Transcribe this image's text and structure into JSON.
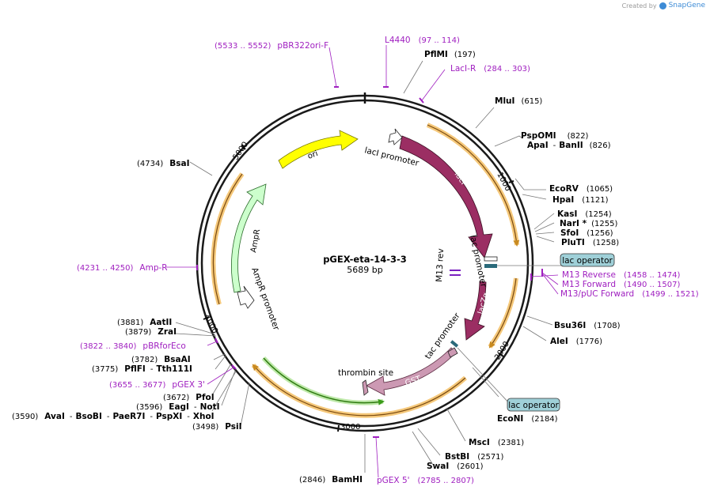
{
  "credit": {
    "prefix": "Created by",
    "brand": "SnapGene"
  },
  "plasmid": {
    "name": "pGEX-eta-14-3-3",
    "size_label": "5689 bp",
    "length": 5689
  },
  "colors": {
    "lacI": "#9b2e63",
    "lacZa": "#9b2e63",
    "ori": "#ffff00",
    "AmpR": "#ccffcc",
    "GST": "#cc99b3",
    "primer": "#a020c0",
    "orf": "#f5c87a",
    "green_arrow": "#3a9b1a",
    "operator_box": "#9fd0d8"
  },
  "tick_labels": [
    "1000",
    "2000",
    "3000",
    "4000",
    "5000"
  ],
  "features": [
    {
      "id": "lacI",
      "label": "lacI"
    },
    {
      "id": "lacZa",
      "label": "lacZα"
    },
    {
      "id": "ori",
      "label": "ori"
    },
    {
      "id": "AmpR",
      "label": "AmpR"
    },
    {
      "id": "GST",
      "label": "GST"
    }
  ],
  "feature_labels": {
    "lacI_promoter": "lacI promoter",
    "lac_promoter": "lac promoter",
    "tac_promoter": "tac promoter",
    "AmpR_promoter": "AmpR promoter",
    "thrombin_site": "thrombin site",
    "M13_rev": "M13 rev"
  },
  "operators": [
    "lac operator",
    "lac operator"
  ],
  "enzymes": [
    {
      "name": "PflMI",
      "pos": "(197)"
    },
    {
      "name": "MluI",
      "pos": "(615)"
    },
    {
      "name": "PspOMI",
      "pos": "(822)"
    },
    {
      "name": "ApaI",
      "sep": "-",
      "name2": "BanII",
      "pos": "(826)"
    },
    {
      "name": "EcoRV",
      "pos": "(1065)"
    },
    {
      "name": "HpaI",
      "pos": "(1121)"
    },
    {
      "name": "KasI",
      "pos": "(1254)"
    },
    {
      "name": "NarI *",
      "pos": "(1255)"
    },
    {
      "name": "SfoI",
      "pos": "(1256)"
    },
    {
      "name": "PluTI",
      "pos": "(1258)"
    },
    {
      "name": "Bsu36I",
      "pos": "(1708)"
    },
    {
      "name": "AleI",
      "pos": "(1776)"
    },
    {
      "name": "EcoNI",
      "pos": "(2184)"
    },
    {
      "name": "MscI",
      "pos": "(2381)"
    },
    {
      "name": "BstBI",
      "pos": "(2571)"
    },
    {
      "name": "SwaI",
      "pos": "(2601)"
    },
    {
      "name": "BamHI",
      "pos": "(2846)"
    },
    {
      "name": "PsiI",
      "pos": "(3498)"
    },
    {
      "name": "AvaI",
      "pos": "(3590)",
      "rest": [
        "BsoBI",
        "PaeR7I",
        "PspXI",
        "XhoI"
      ]
    },
    {
      "name": "EagI",
      "sep": "-",
      "name2": "NotI",
      "pos": "(3596)"
    },
    {
      "name": "PfoI",
      "pos": "(3672)"
    },
    {
      "name": "PflFI",
      "sep": "-",
      "name2": "Tth111I",
      "pos": "(3775)"
    },
    {
      "name": "BsaAI",
      "pos": "(3782)"
    },
    {
      "name": "ZraI",
      "pos": "(3879)"
    },
    {
      "name": "AatII",
      "pos": "(3881)"
    },
    {
      "name": "BsaI",
      "pos": "(4734)"
    }
  ],
  "primers": [
    {
      "name": "L4440",
      "range": "(97 .. 114)"
    },
    {
      "name": "LacI-R",
      "range": "(284 .. 303)"
    },
    {
      "name": "M13 Reverse",
      "range": "(1458 .. 1474)"
    },
    {
      "name": "M13 Forward",
      "range": "(1490 .. 1507)"
    },
    {
      "name": "M13/pUC Forward",
      "range": "(1499 .. 1521)"
    },
    {
      "name": "pGEX 5'",
      "range": "(2785 .. 2807)"
    },
    {
      "name": "pGEX 3'",
      "range": "(3655 .. 3677)"
    },
    {
      "name": "pBRforEco",
      "range": "(3822 .. 3840)"
    },
    {
      "name": "Amp-R",
      "range": "(4231 .. 4250)"
    },
    {
      "name": "pBR322ori-F",
      "range": "(5533 .. 5552)"
    }
  ]
}
